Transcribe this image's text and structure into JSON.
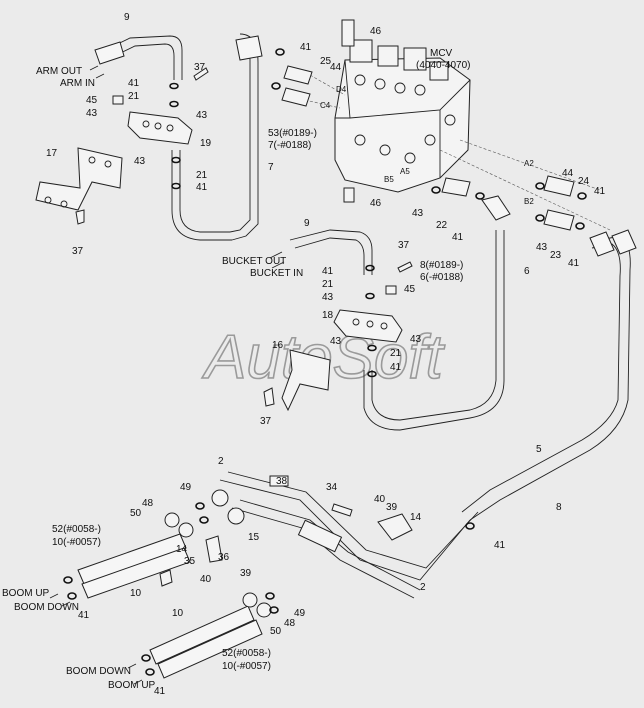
{
  "watermark": "AutoSoft",
  "mcv": {
    "name": "MCV",
    "range": "(4040-4070)"
  },
  "labels": {
    "arm_out": "ARM OUT",
    "arm_in": "ARM IN",
    "bucket_out": "BUCKET OUT",
    "bucket_in": "BUCKET IN",
    "boom_up_1": "BOOM UP",
    "boom_down_1": "BOOM DOWN",
    "boom_down_2": "BOOM DOWN",
    "boom_up_2": "BOOM UP"
  },
  "ports": {
    "a2": "A2",
    "b2": "B2",
    "d4": "D4",
    "c4": "C4",
    "b5": "B5",
    "a5": "A5"
  },
  "callouts": {
    "c9a": "9",
    "c46a": "46",
    "c41a": "41",
    "c25": "25",
    "c44a": "44",
    "c37a": "37",
    "c41b": "41",
    "c21a": "21",
    "c45a": "45",
    "c43a": "43",
    "c43b": "43",
    "c19": "19",
    "c53a": "53(#0189-)",
    "c7a": "7(-#0188)",
    "c17": "17",
    "c43c": "43",
    "c21b": "21",
    "c41c": "41",
    "c7b": "7",
    "c46b": "46",
    "c44b": "44",
    "c24": "24",
    "c41d": "41",
    "c43d": "43",
    "c22": "22",
    "c41e": "41",
    "c43e": "43",
    "c23": "23",
    "c41f": "41",
    "c37b": "37",
    "c9b": "9",
    "c37c": "37",
    "c8a": "8(#0189-)",
    "c6a": "6(-#0188)",
    "c6b": "6",
    "c41g": "41",
    "c21c": "21",
    "c43f": "43",
    "c45b": "45",
    "c18": "18",
    "c43g": "43",
    "c16": "16",
    "c43h": "43",
    "c21d": "21",
    "c41h": "41",
    "c37d": "37",
    "c5": "5",
    "c2a": "2",
    "c38": "38",
    "c34": "34",
    "c49a": "49",
    "c48a": "48",
    "c50a": "50",
    "c40a": "40",
    "c39a": "39",
    "c14a": "14",
    "c8b": "8",
    "c41i": "41",
    "c52a": "52(#0058-)",
    "c10a": "10(-#0057)",
    "c14b": "14",
    "c15": "15",
    "c36": "36",
    "c35": "35",
    "c40b": "40",
    "c39b": "39",
    "c2b": "2",
    "c10b": "10",
    "c41j": "41",
    "c10c": "10",
    "c49b": "49",
    "c48b": "48",
    "c50b": "50",
    "c52b": "52(#0058-)",
    "c10d": "10(-#0057)",
    "c41k": "41"
  }
}
